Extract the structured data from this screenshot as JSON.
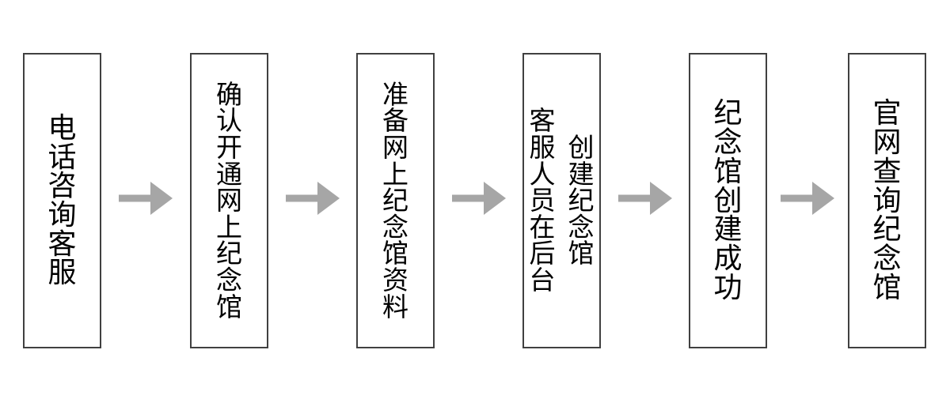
{
  "diagram": {
    "type": "flowchart",
    "direction": "left-to-right",
    "colors": {
      "background": "#ffffff",
      "box_border": "#404040",
      "box_fill": "#ffffff",
      "arrow": "#a6a6a6",
      "text": "#000000"
    },
    "arrow_icon": "right-arrow",
    "steps": [
      {
        "id": 1,
        "label": "电话咨询客服",
        "lines": [
          "电话咨询客服"
        ]
      },
      {
        "id": 2,
        "label": "确认开通网上纪念馆",
        "lines": [
          "确认开通网上纪念馆"
        ]
      },
      {
        "id": 3,
        "label": "准备网上纪念馆资料",
        "lines": [
          "准备网上纪念馆资料"
        ]
      },
      {
        "id": 4,
        "label": "客服人员在后台创建纪念馆",
        "lines": [
          "客服人员在后台",
          "创建纪念馆"
        ]
      },
      {
        "id": 5,
        "label": "纪念馆创建成功",
        "lines": [
          "纪念馆创建成功"
        ]
      },
      {
        "id": 6,
        "label": "官网查询纪念馆",
        "lines": [
          "官网查询纪念馆"
        ]
      }
    ]
  }
}
